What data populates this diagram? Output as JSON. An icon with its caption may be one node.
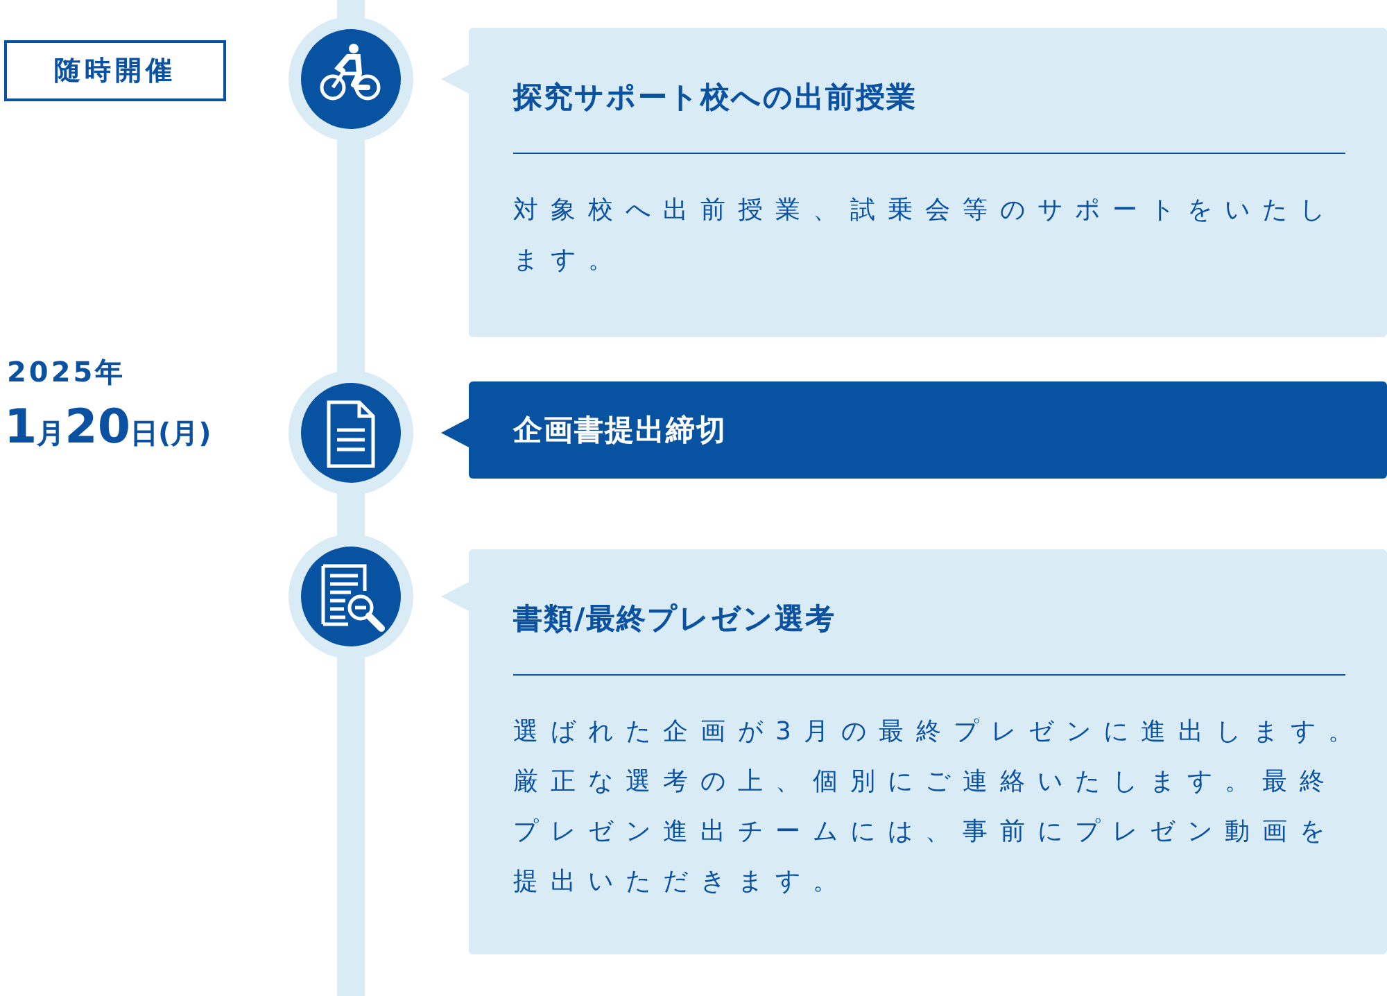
{
  "diagram": {
    "nodes": [
      {
        "text": [
          "随時開催"
        ]
      },
      {
        "text": [
          "探究サポート校への出前授業",
          "対象校へ出前授業、試乗会等のサポートをいたします。"
        ]
      },
      {
        "text": [
          "企画書提出締切"
        ]
      },
      {
        "text": [
          "書類/最終プレゼン選考",
          "選ばれた企画が3月の最終プレゼンに進出します。厳正な選考の上、個別にご連絡いたします。最終プレゼン進出チームには、事前にプレゼン動画を提出いただきます。"
        ]
      }
    ],
    "labels": [
      "2025年",
      "1月20日(月)"
    ]
  }
}
